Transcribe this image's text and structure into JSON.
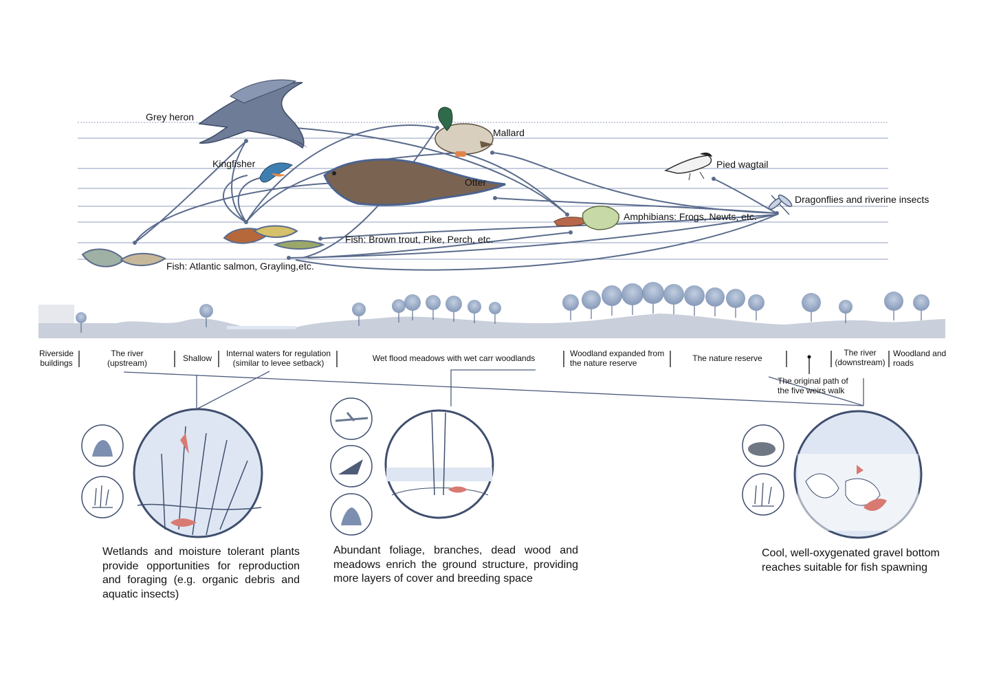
{
  "species": {
    "grey_heron": "Grey heron",
    "mallard": "Mallard",
    "kingfisher": "Kingfisher",
    "otter": "Otter",
    "pied_wagtail": "Pied wagtail",
    "dragonflies": "Dragonflies and riverine insects",
    "amphibians": "Amphibians: Frogs, Newts, etc.",
    "fish_trout": "Fish: Brown trout, Pike, Perch, etc.",
    "fish_salmon": "Fish: Atlantic salmon, Grayling,etc."
  },
  "zones": {
    "riverside": [
      "Riverside",
      "buildings"
    ],
    "river_up": [
      "The river",
      "(upstream)"
    ],
    "shallow": "Shallow",
    "internal": [
      "Internal waters for regulation",
      "(similar to levee setback)"
    ],
    "meadows": "Wet flood meadows with wet carr woodlands",
    "woodland_exp": [
      "Woodland expanded from",
      "the nature reserve"
    ],
    "reserve": "The nature reserve",
    "path": [
      "The original path of",
      "the five weirs walk"
    ],
    "river_down": [
      "The river",
      "(downstream)"
    ],
    "roads": [
      "Woodland and",
      "roads"
    ]
  },
  "captions": {
    "wetlands": "Wetlands and moisture tolerant plants provide opportunities for reproduction and foraging (e.g. organic debris and aquatic insects)",
    "foliage": "Abundant foliage, branches, dead wood and meadows enrich the ground structure, providing more layers of cover and breeding space",
    "gravel": "Cool, well-oxygenated gravel bottom reaches suitable for fish spawning"
  },
  "colors": {
    "link": "#5a6b8c",
    "guide": "#9aa6c4",
    "water": "#dde6f2",
    "ground": "#c9cfdb",
    "fish_accent": "#d97a72",
    "tree": "#7f96b8"
  }
}
